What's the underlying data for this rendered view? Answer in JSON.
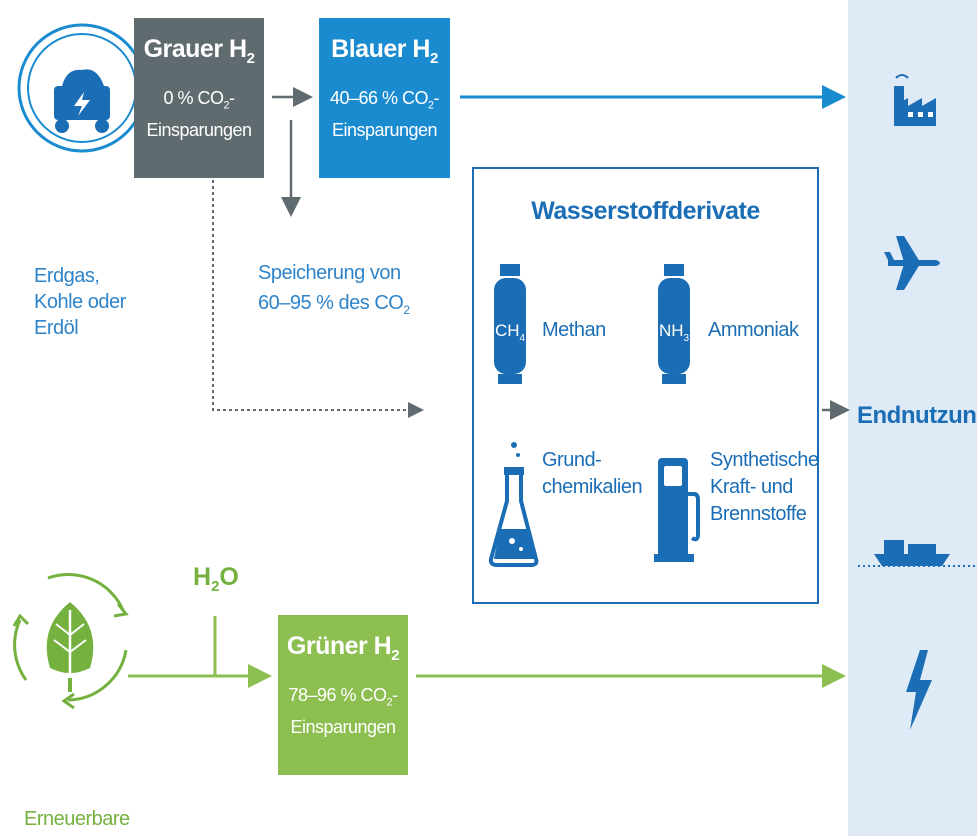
{
  "grey_h2": {
    "title": "Grauer H",
    "title_sub": "2",
    "line1": "0 % CO",
    "line1_sub": "2",
    "line1_suffix": "-",
    "line2": "Einsparungen"
  },
  "blue_h2": {
    "title": "Blauer H",
    "title_sub": "2",
    "line1": "40–66 % CO",
    "line1_sub": "2",
    "line1_suffix": "-",
    "line2": "Einsparungen"
  },
  "green_h2": {
    "title": "Grüner H",
    "title_sub": "2",
    "line1": "78–96 % CO",
    "line1_sub": "2",
    "line1_suffix": "-",
    "line2": "Einsparungen"
  },
  "fossil_source": {
    "line1": "Erdgas,",
    "line2": "Kohle oder",
    "line3": "Erdöl"
  },
  "renewable_source": {
    "label": "Erneuerbare"
  },
  "water_input": {
    "label": "H",
    "label_sub": "2",
    "label_suffix": "O"
  },
  "storage": {
    "line1": "Speicherung von",
    "line2": "60–95 % des CO",
    "line2_sub": "2"
  },
  "derivates": {
    "title": "Wasserstoffderivate",
    "methane": {
      "label": "Methan",
      "formula": "CH",
      "formula_sub": "4"
    },
    "ammonia": {
      "label": "Ammoniak",
      "formula": "NH",
      "formula_sub": "3"
    },
    "chemicals": {
      "line1": "Grund-",
      "line2": "chemikalien"
    },
    "fuels": {
      "line1": "Synthetische",
      "line2": "Kraft- und",
      "line3": "Brennstoffe"
    }
  },
  "end_use": {
    "label": "Endnutzung"
  },
  "colors": {
    "grey": "#606b70",
    "blue": "#1b8bd0",
    "navy": "#1b6eb5",
    "green": "#8cbf50",
    "panel": "#dfeaf7"
  },
  "icons": [
    "coal-cart-icon",
    "leaf-cycle-icon",
    "gas-bottle-icon",
    "flask-icon",
    "fuel-pump-icon",
    "factory-icon",
    "airplane-icon",
    "ship-icon",
    "lightning-icon"
  ]
}
